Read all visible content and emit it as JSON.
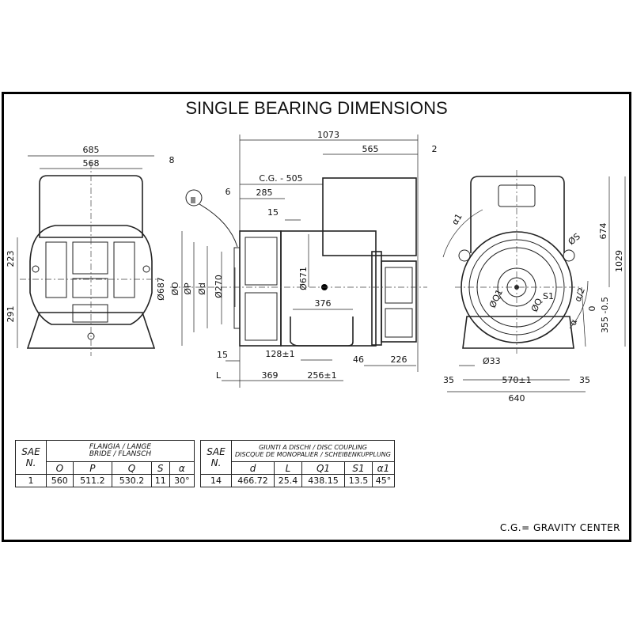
{
  "title": "SINGLE BEARING DIMENSIONS",
  "footnote": "C.G.= GRAVITY CENTER",
  "left_view": {
    "width_total": "685",
    "width_inner": "568",
    "h_upper": "223",
    "h_lower": "291"
  },
  "side_view": {
    "length_total": "1073",
    "box_length": "565",
    "box_offset": "2",
    "detail_8": "8",
    "flange_6": "6",
    "cg": "C.G. - 505",
    "d_285": "285",
    "d_15_top": "15",
    "dia_687": "Ø687",
    "dia_O": "ØO",
    "dia_P": "ØP",
    "dia_d": "Ød",
    "dia_270": "Ø270",
    "dia_671": "Ø671",
    "foot_376": "376",
    "foot_128": "128±1",
    "d_15_bot": "15",
    "d_46": "46",
    "d_226": "226",
    "L": "L",
    "d_369": "369",
    "foot_256": "256±1"
  },
  "front_view": {
    "alpha1": "α1",
    "dia_S": "ØS",
    "S1": "S1",
    "alpha_half": "α/2",
    "alpha": "α",
    "dia_Q1": "ØQ1",
    "dia_Q": "ØQ",
    "h_674": "674",
    "h_1029": "1029",
    "tol_0": "0",
    "h_355": "355 -0.5",
    "hole_33": "Ø33",
    "foot_35_left": "35",
    "foot_570": "570±1",
    "foot_35_right": "35",
    "width_640": "640"
  },
  "flange_table": {
    "sae_label": "SAE",
    "n_label": "N.",
    "header_line1": "FLANGIA  /  LANGE",
    "header_line2": "BRIDE  /  FLANSCH",
    "columns": [
      "O",
      "P",
      "Q",
      "S",
      "α"
    ],
    "row": {
      "sae": "1",
      "values": [
        "560",
        "511.2",
        "530.2",
        "11",
        "30°"
      ]
    }
  },
  "coupling_table": {
    "sae_label": "SAE",
    "n_label": "N.",
    "header_line1": "GIUNTI A DISCHI / DISC COUPLING",
    "header_line2": "DISCQUE DE MONOPALIER / SCHEIBENKUPPLUNG",
    "columns": [
      "d",
      "L",
      "Q1",
      "S1",
      "α1"
    ],
    "row": {
      "sae": "14",
      "values": [
        "466.72",
        "25.4",
        "438.15",
        "13.5",
        "45°"
      ]
    }
  }
}
